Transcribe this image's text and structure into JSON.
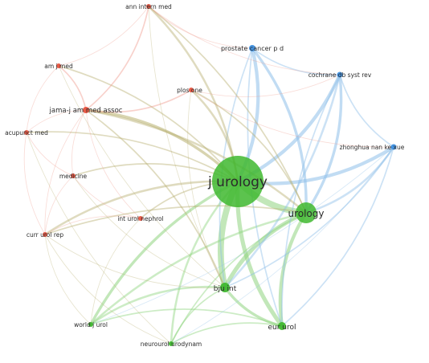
{
  "network": {
    "colors": {
      "red": "#e8533f",
      "green": "#3fb82f",
      "blue": "#3d8fe0",
      "edge_red": "#ef9a8c",
      "edge_green": "#8fd47f",
      "edge_blue": "#8ebfe9",
      "edge_olive": "#b8b070"
    },
    "nodes": [
      {
        "id": "j-urology",
        "label": "j urology",
        "cluster": "green",
        "weight": 10
      },
      {
        "id": "urology",
        "label": "urology",
        "cluster": "green",
        "weight": 7
      },
      {
        "id": "bju-int",
        "label": "bju int",
        "cluster": "green",
        "weight": 4
      },
      {
        "id": "eur-urol",
        "label": "eur urol",
        "cluster": "green",
        "weight": 3
      },
      {
        "id": "world-j-urol",
        "label": "world j urol",
        "cluster": "green",
        "weight": 2
      },
      {
        "id": "neurourol-urodynam",
        "label": "neurourol urodynam",
        "cluster": "green",
        "weight": 2
      },
      {
        "id": "prostate-cancer-p-d",
        "label": "prostate cancer p d",
        "cluster": "blue",
        "weight": 2
      },
      {
        "id": "cochrane-db-syst-rev",
        "label": "cochrane db syst rev",
        "cluster": "blue",
        "weight": 2
      },
      {
        "id": "zhonghua-nan-ke-xue",
        "label": "zhonghua nan ke xue",
        "cluster": "blue",
        "weight": 2
      },
      {
        "id": "ann-intern-med",
        "label": "ann intern med",
        "cluster": "red",
        "weight": 2
      },
      {
        "id": "am-j-med",
        "label": "am j med",
        "cluster": "red",
        "weight": 2
      },
      {
        "id": "jama-j-am-med-assoc",
        "label": "jama-j am med assoc",
        "cluster": "red",
        "weight": 3
      },
      {
        "id": "plos-one",
        "label": "plos one",
        "cluster": "red",
        "weight": 2
      },
      {
        "id": "acupunct-med",
        "label": "acupunct med",
        "cluster": "red",
        "weight": 2
      },
      {
        "id": "medicine",
        "label": "medicine",
        "cluster": "red",
        "weight": 2
      },
      {
        "id": "int-urol-nephrol",
        "label": "int urol nephrol",
        "cluster": "red",
        "weight": 2
      },
      {
        "id": "curr-urol-rep",
        "label": "curr urol rep",
        "cluster": "red",
        "weight": 2
      }
    ],
    "edges": [
      {
        "s": "j-urology",
        "t": "urology",
        "w": 9
      },
      {
        "s": "j-urology",
        "t": "bju-int",
        "w": 9
      },
      {
        "s": "j-urology",
        "t": "eur-urol",
        "w": 6
      },
      {
        "s": "urology",
        "t": "bju-int",
        "w": 6
      },
      {
        "s": "urology",
        "t": "eur-urol",
        "w": 5
      },
      {
        "s": "bju-int",
        "t": "eur-urol",
        "w": 4
      },
      {
        "s": "j-urology",
        "t": "world-j-urol",
        "w": 4
      },
      {
        "s": "urology",
        "t": "world-j-urol",
        "w": 3
      },
      {
        "s": "bju-int",
        "t": "world-j-urol",
        "w": 3
      },
      {
        "s": "eur-urol",
        "t": "world-j-urol",
        "w": 2
      },
      {
        "s": "j-urology",
        "t": "neurourol-urodynam",
        "w": 3
      },
      {
        "s": "urology",
        "t": "neurourol-urodynam",
        "w": 2
      },
      {
        "s": "bju-int",
        "t": "neurourol-urodynam",
        "w": 2
      },
      {
        "s": "eur-urol",
        "t": "neurourol-urodynam",
        "w": 2
      },
      {
        "s": "j-urology",
        "t": "prostate-cancer-p-d",
        "w": 5
      },
      {
        "s": "urology",
        "t": "prostate-cancer-p-d",
        "w": 4
      },
      {
        "s": "j-urology",
        "t": "cochrane-db-syst-rev",
        "w": 5
      },
      {
        "s": "urology",
        "t": "cochrane-db-syst-rev",
        "w": 4
      },
      {
        "s": "bju-int",
        "t": "cochrane-db-syst-rev",
        "w": 3
      },
      {
        "s": "j-urology",
        "t": "zhonghua-nan-ke-xue",
        "w": 5
      },
      {
        "s": "urology",
        "t": "zhonghua-nan-ke-xue",
        "w": 3
      },
      {
        "s": "bju-int",
        "t": "zhonghua-nan-ke-xue",
        "w": 2
      },
      {
        "s": "eur-urol",
        "t": "zhonghua-nan-ke-xue",
        "w": 2
      },
      {
        "s": "prostate-cancer-p-d",
        "t": "cochrane-db-syst-rev",
        "w": 2
      },
      {
        "s": "prostate-cancer-p-d",
        "t": "bju-int",
        "w": 2
      },
      {
        "s": "prostate-cancer-p-d",
        "t": "eur-urol",
        "w": 2
      },
      {
        "s": "cochrane-db-syst-rev",
        "t": "zhonghua-nan-ke-xue",
        "w": 2
      },
      {
        "s": "cochrane-db-syst-rev",
        "t": "eur-urol",
        "w": 2
      },
      {
        "s": "j-urology",
        "t": "jama-j-am-med-assoc",
        "w": 4
      },
      {
        "s": "urology",
        "t": "jama-j-am-med-assoc",
        "w": 3
      },
      {
        "s": "bju-int",
        "t": "jama-j-am-med-assoc",
        "w": 2
      },
      {
        "s": "j-urology",
        "t": "ann-intern-med",
        "w": 3
      },
      {
        "s": "urology",
        "t": "ann-intern-med",
        "w": 2
      },
      {
        "s": "j-urology",
        "t": "am-j-med",
        "w": 2
      },
      {
        "s": "j-urology",
        "t": "plos-one",
        "w": 3
      },
      {
        "s": "urology",
        "t": "plos-one",
        "w": 2
      },
      {
        "s": "j-urology",
        "t": "curr-urol-rep",
        "w": 3
      },
      {
        "s": "urology",
        "t": "curr-urol-rep",
        "w": 2
      },
      {
        "s": "j-urology",
        "t": "medicine",
        "w": 2
      },
      {
        "s": "j-urology",
        "t": "int-urol-nephrol",
        "w": 2
      },
      {
        "s": "j-urology",
        "t": "acupunct-med",
        "w": 2
      },
      {
        "s": "jama-j-am-med-assoc",
        "t": "am-j-med",
        "w": 2
      },
      {
        "s": "jama-j-am-med-assoc",
        "t": "ann-intern-med",
        "w": 2
      },
      {
        "s": "jama-j-am-med-assoc",
        "t": "plos-one",
        "w": 2
      },
      {
        "s": "jama-j-am-med-assoc",
        "t": "acupunct-med",
        "w": 1
      },
      {
        "s": "jama-j-am-med-assoc",
        "t": "medicine",
        "w": 1
      },
      {
        "s": "jama-j-am-med-assoc",
        "t": "int-urol-nephrol",
        "w": 1
      },
      {
        "s": "jama-j-am-med-assoc",
        "t": "curr-urol-rep",
        "w": 1
      },
      {
        "s": "am-j-med",
        "t": "acupunct-med",
        "w": 1
      },
      {
        "s": "am-j-med",
        "t": "ann-intern-med",
        "w": 1
      },
      {
        "s": "acupunct-med",
        "t": "medicine",
        "w": 1
      },
      {
        "s": "medicine",
        "t": "int-urol-nephrol",
        "w": 1
      },
      {
        "s": "medicine",
        "t": "curr-urol-rep",
        "w": 1
      },
      {
        "s": "int-urol-nephrol",
        "t": "curr-urol-rep",
        "w": 1
      },
      {
        "s": "curr-urol-rep",
        "t": "world-j-urol",
        "w": 1
      },
      {
        "s": "curr-urol-rep",
        "t": "bju-int",
        "w": 1
      },
      {
        "s": "medicine",
        "t": "bju-int",
        "w": 1
      },
      {
        "s": "int-urol-nephrol",
        "t": "world-j-urol",
        "w": 1
      },
      {
        "s": "plos-one",
        "t": "bju-int",
        "w": 1
      },
      {
        "s": "ann-intern-med",
        "t": "bju-int",
        "w": 1
      },
      {
        "s": "ann-intern-med",
        "t": "prostate-cancer-p-d",
        "w": 1
      },
      {
        "s": "am-j-med",
        "t": "bju-int",
        "w": 1
      },
      {
        "s": "acupunct-med",
        "t": "curr-urol-rep",
        "w": 1
      },
      {
        "s": "acupunct-med",
        "t": "neurourol-urodynam",
        "w": 1
      },
      {
        "s": "curr-urol-rep",
        "t": "neurourol-urodynam",
        "w": 1
      },
      {
        "s": "plos-one",
        "t": "zhonghua-nan-ke-xue",
        "w": 1
      },
      {
        "s": "plos-one",
        "t": "cochrane-db-syst-rev",
        "w": 1
      },
      {
        "s": "ann-intern-med",
        "t": "cochrane-db-syst-rev",
        "w": 1
      },
      {
        "s": "world-j-urol",
        "t": "zhonghua-nan-ke-xue",
        "w": 1
      },
      {
        "s": "neurourol-urodynam",
        "t": "zhonghua-nan-ke-xue",
        "w": 1
      }
    ]
  }
}
